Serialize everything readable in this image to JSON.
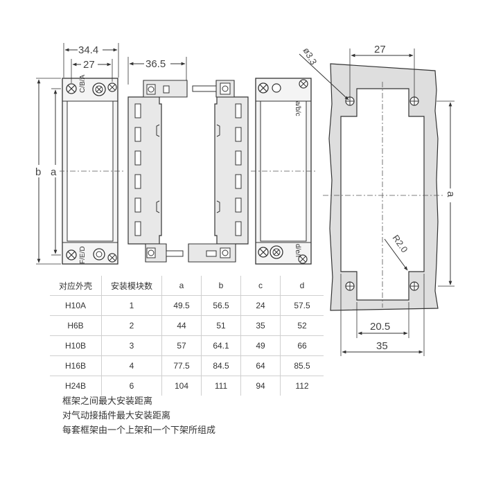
{
  "dimensions": {
    "frame_outer_width": "34.4",
    "frame_inner_width": "27",
    "frame_side_width": "36.5",
    "height_b": "b",
    "height_a": "a",
    "cutout_top_width": "27",
    "cutout_hole": "ø3.3",
    "cutout_height": "a",
    "cutout_radius": "R2.0",
    "cutout_bottom_inner": "20.5",
    "cutout_bottom_outer": "35"
  },
  "frame_labels": {
    "left_top": "C/B/A",
    "left_bottom": "F/E/D",
    "right_top": "a/b/c",
    "right_bottom": "d/e/f"
  },
  "table": {
    "headers": [
      "对应外壳",
      "安装模块数",
      "a",
      "b",
      "c",
      "d"
    ],
    "rows": [
      [
        "H10A",
        "1",
        "49.5",
        "56.5",
        "24",
        "57.5"
      ],
      [
        "H6B",
        "2",
        "44",
        "51",
        "35",
        "52"
      ],
      [
        "H10B",
        "3",
        "57",
        "64.1",
        "49",
        "66"
      ],
      [
        "H16B",
        "4",
        "77.5",
        "84.5",
        "64",
        "85.5"
      ],
      [
        "H24B",
        "6",
        "104",
        "111",
        "94",
        "112"
      ]
    ]
  },
  "notes": [
    "框架之间最大安装距离",
    "对气动接插件最大安装距离",
    "每套框架由一个上架和一个下架所组成"
  ],
  "colors": {
    "line": "#333333",
    "frame_fill": "#ececec",
    "panel_fill": "#dedede",
    "grid": "#cfcfcf"
  }
}
